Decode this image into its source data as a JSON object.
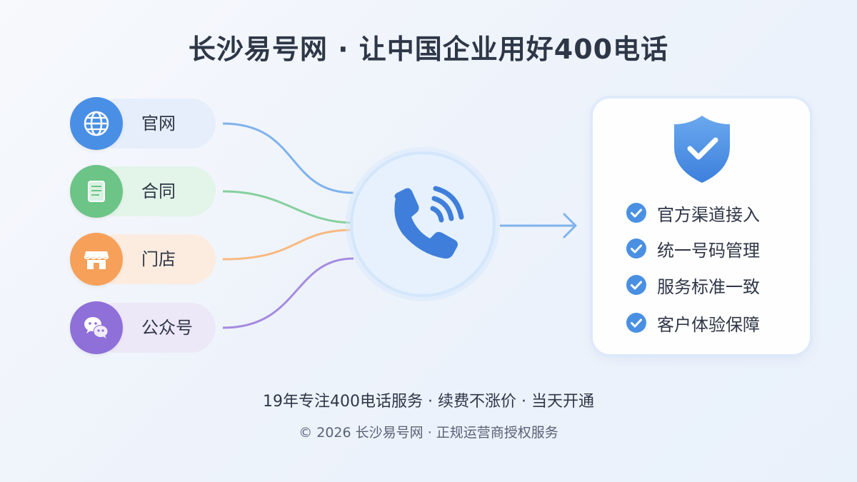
{
  "title": "长沙易号网 · 让中国企业用好400电话",
  "channels": [
    {
      "label": "官网",
      "icon": "globe-icon",
      "color": "#4a8fe6",
      "pill_color": "#e8f0fc"
    },
    {
      "label": "合同",
      "icon": "document-icon",
      "color": "#6cc487",
      "pill_color": "#e6f5ec"
    },
    {
      "label": "门店",
      "icon": "storefront-icon",
      "color": "#f6a059",
      "pill_color": "#fcefe4"
    },
    {
      "label": "公众号",
      "icon": "wechat-icon",
      "color": "#8f6fd8",
      "pill_color": "#efeaf9"
    }
  ],
  "hub": {
    "icon": "phone-signal-icon",
    "color": "#3f7fdb"
  },
  "features": [
    {
      "text": "官方渠道接入"
    },
    {
      "text": "统一号码管理"
    },
    {
      "text": "服务标准一致"
    },
    {
      "text": "客户体验保障"
    }
  ],
  "shield_icon": "shield-check-icon",
  "accent_color": "#4a90e2",
  "tagline": "19年专注400电话服务 · 续费不涨价 · 当天开通",
  "copyright": "© 2026 长沙易号网 · 正规运营商授权服务"
}
